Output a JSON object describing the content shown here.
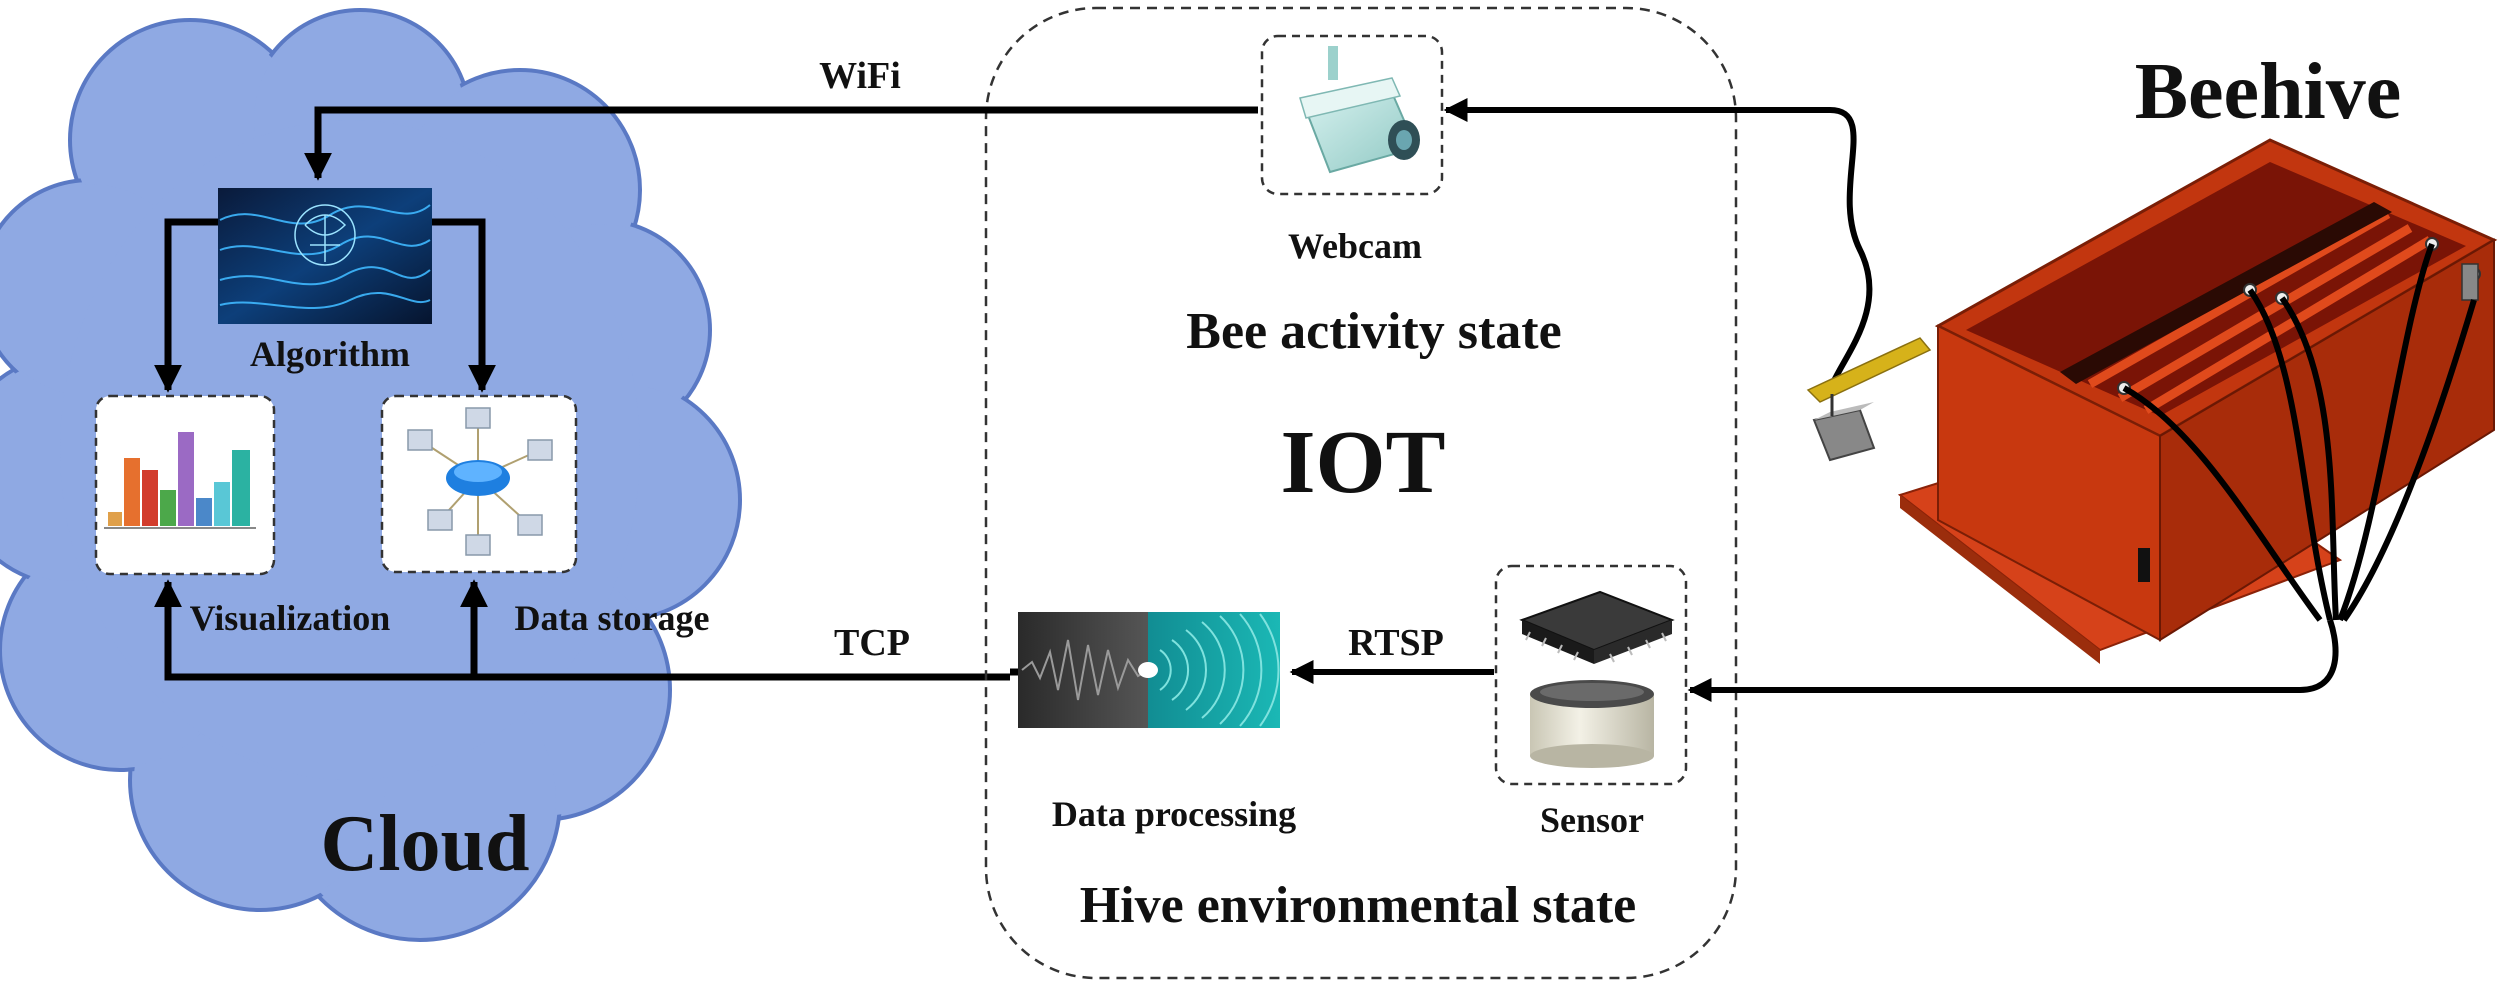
{
  "cloud": {
    "title": "Cloud",
    "algorithm_label": "Algorithm",
    "visualization_label": "Visualization",
    "storage_label": "Data storage",
    "fill_color": "#8fa9e3"
  },
  "iot": {
    "title": "IOT",
    "bee_activity_label": "Bee activity state",
    "hive_env_label": "Hive environmental state",
    "webcam_label": "Webcam",
    "sensor_label": "Sensor",
    "processing_label": "Data processing"
  },
  "links": {
    "wifi": "WiFi",
    "tcp": "TCP",
    "rtsp": "RTSP"
  },
  "beehive": {
    "title": "Beehive",
    "body_color": "#cc3b12",
    "frame_color": "#d9411a"
  },
  "icons": {
    "algorithm": "circuit-brain-icon",
    "visualization": "bar-chart-icon",
    "storage": "network-storage-icon",
    "webcam": "cctv-camera-icon",
    "sensor": "chip-sensor-icon",
    "processing": "waveform-icon"
  }
}
